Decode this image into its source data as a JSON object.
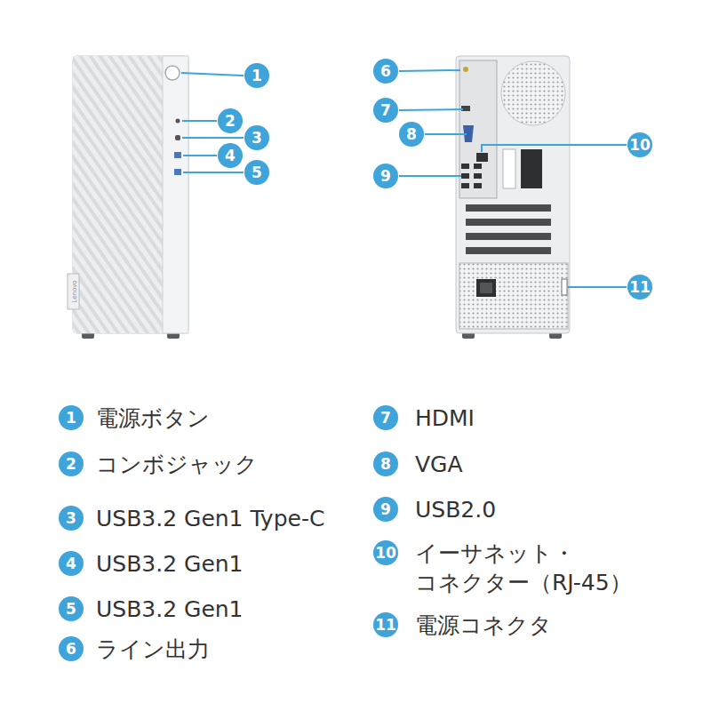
{
  "diagram": {
    "nodes": [
      {
        "text": [
          "1"
        ]
      },
      {
        "text": [
          "2"
        ]
      },
      {
        "text": [
          "3"
        ]
      },
      {
        "text": [
          "4"
        ]
      },
      {
        "text": [
          "5"
        ]
      },
      {
        "text": [
          "6"
        ]
      },
      {
        "text": [
          "7"
        ]
      },
      {
        "text": [
          "8"
        ]
      },
      {
        "text": [
          "9"
        ]
      },
      {
        "text": [
          "10"
        ]
      },
      {
        "text": [
          "11"
        ]
      },
      {
        "text": [
          "1",
          "電源ボタン"
        ]
      },
      {
        "text": [
          "2",
          "コンボジャック"
        ]
      },
      {
        "text": [
          "3",
          "USB3.2 Gen1 Type-C"
        ]
      },
      {
        "text": [
          "4",
          "USB3.2 Gen1"
        ]
      },
      {
        "text": [
          "5",
          "USB3.2 Gen1"
        ]
      },
      {
        "text": [
          "6",
          "ライン出力"
        ]
      },
      {
        "text": [
          "7",
          "HDMI"
        ]
      },
      {
        "text": [
          "8",
          "VGA"
        ]
      },
      {
        "text": [
          "9",
          "USB2.0"
        ]
      },
      {
        "text": [
          "10",
          "イーサネット・ コネクター（RJ-45）"
        ]
      },
      {
        "text": [
          "11",
          "電源コネクタ"
        ]
      }
    ],
    "edges": [],
    "labels": [
      "Lenovo"
    ]
  }
}
